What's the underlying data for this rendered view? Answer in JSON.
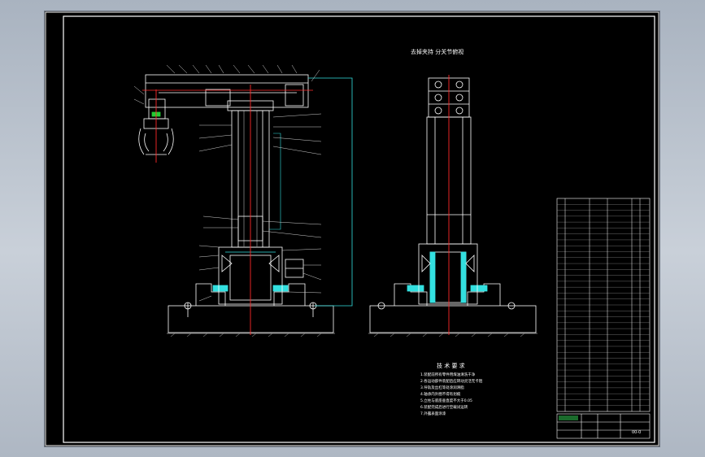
{
  "drawing": {
    "side_view_title": "去掉夹持 分关节俯视",
    "notes_title": "技 术 要 求",
    "notes_lines": [
      "1.装配前所有零件用煤油清洗干净",
      "2.各运动部件装配后应转动灵活无卡阻",
      "3.导轨及丝杠等处涂润滑脂",
      "4.轴承内外圈不得有划痕",
      "5.立柱与底座垂直度不大于0.05",
      "6.装配完成后进行空载试运转",
      "7.外露表面涂漆"
    ],
    "title_block_code": "00-0"
  },
  "colors": {
    "background": "#000000",
    "frame": "#ffffff",
    "outline": "#ffffff",
    "centerline": "#ff2a2a",
    "cyan": "#33e0e0",
    "green": "#22cc33",
    "ground": "#8a8a8a"
  }
}
